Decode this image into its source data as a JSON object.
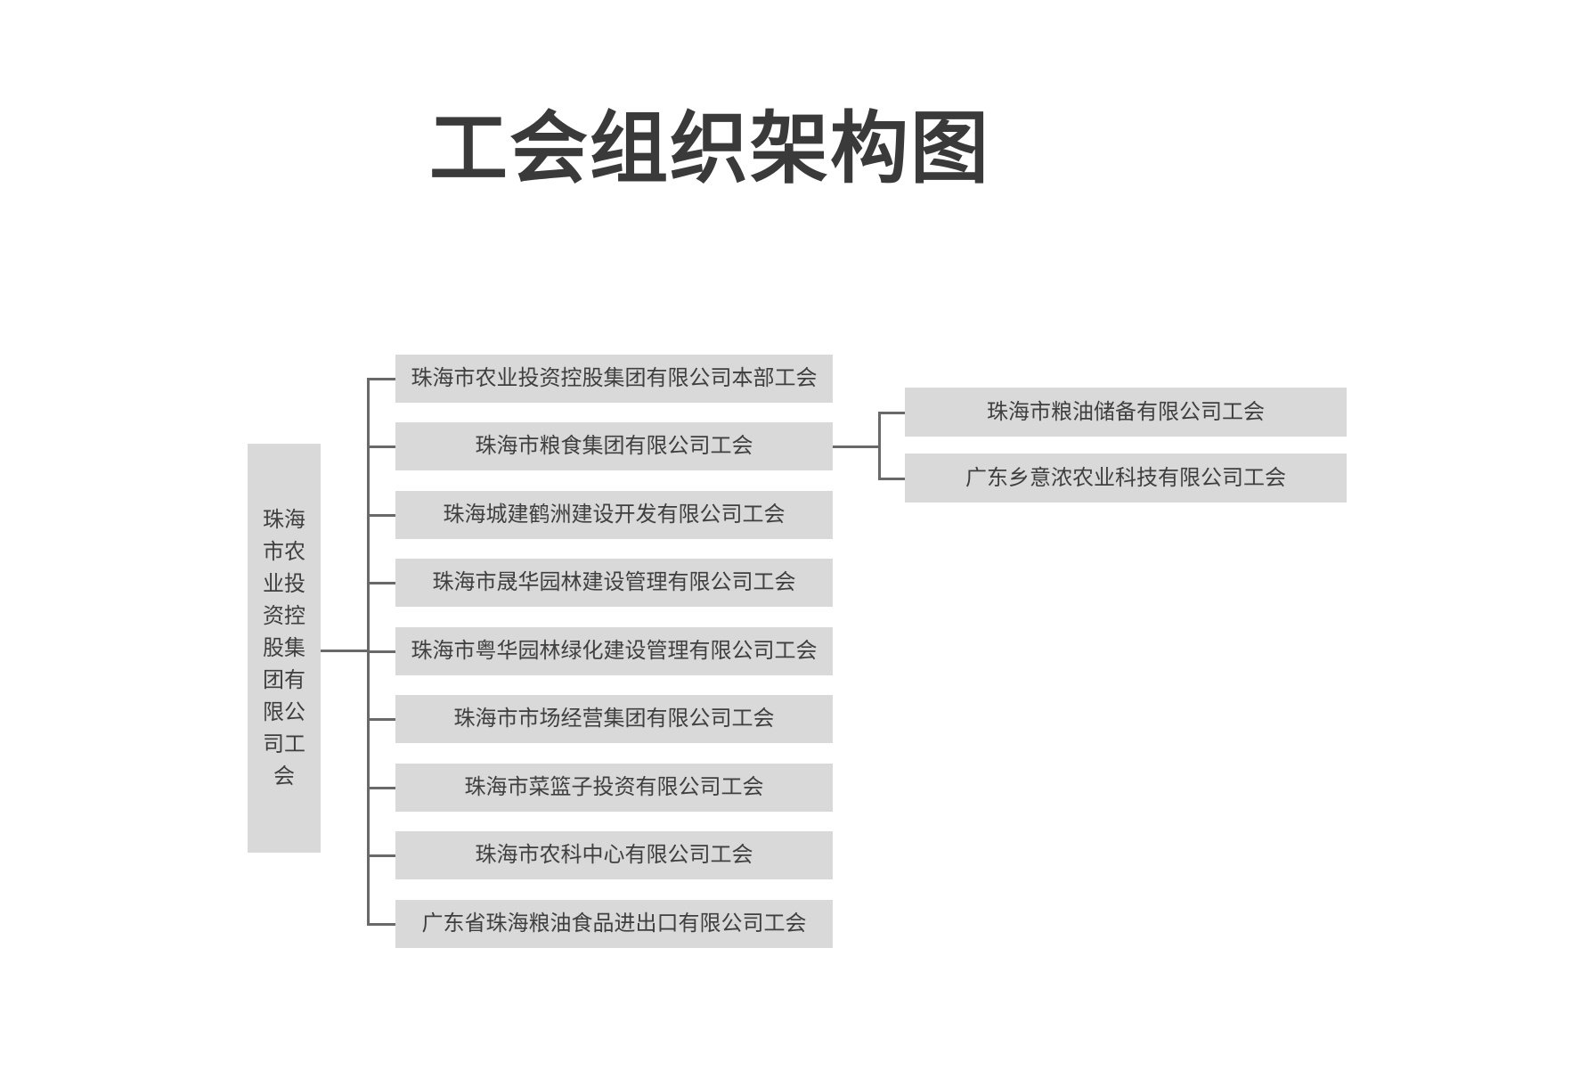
{
  "title": "工会组织架构图",
  "org": {
    "root": {
      "label": "珠海市农业投资控股集团有限公司工会"
    },
    "children": [
      {
        "label": "珠海市农业投资控股集团有限公司本部工会"
      },
      {
        "label": "珠海市粮食集团有限公司工会"
      },
      {
        "label": "珠海城建鹤洲建设开发有限公司工会"
      },
      {
        "label": "珠海市晟华园林建设管理有限公司工会"
      },
      {
        "label": "珠海市粤华园林绿化建设管理有限公司工会"
      },
      {
        "label": "珠海市市场经营集团有限公司工会"
      },
      {
        "label": "珠海市菜篮子投资有限公司工会"
      },
      {
        "label": "珠海市农科中心有限公司工会"
      },
      {
        "label": "广东省珠海粮油食品进出口有限公司工会"
      }
    ],
    "grandchildren_parent": "珠海市粮食集团有限公司工会",
    "grandchildren": [
      {
        "label": "珠海市粮油储备有限公司工会"
      },
      {
        "label": "广东乡意浓农业科技有限公司工会"
      }
    ]
  },
  "colors": {
    "background": "#ffffff",
    "box_fill": "#d9d9d9",
    "box_text": "#3f3f3f",
    "connector_line": "#696969",
    "title_text": "#3a3a3a"
  }
}
